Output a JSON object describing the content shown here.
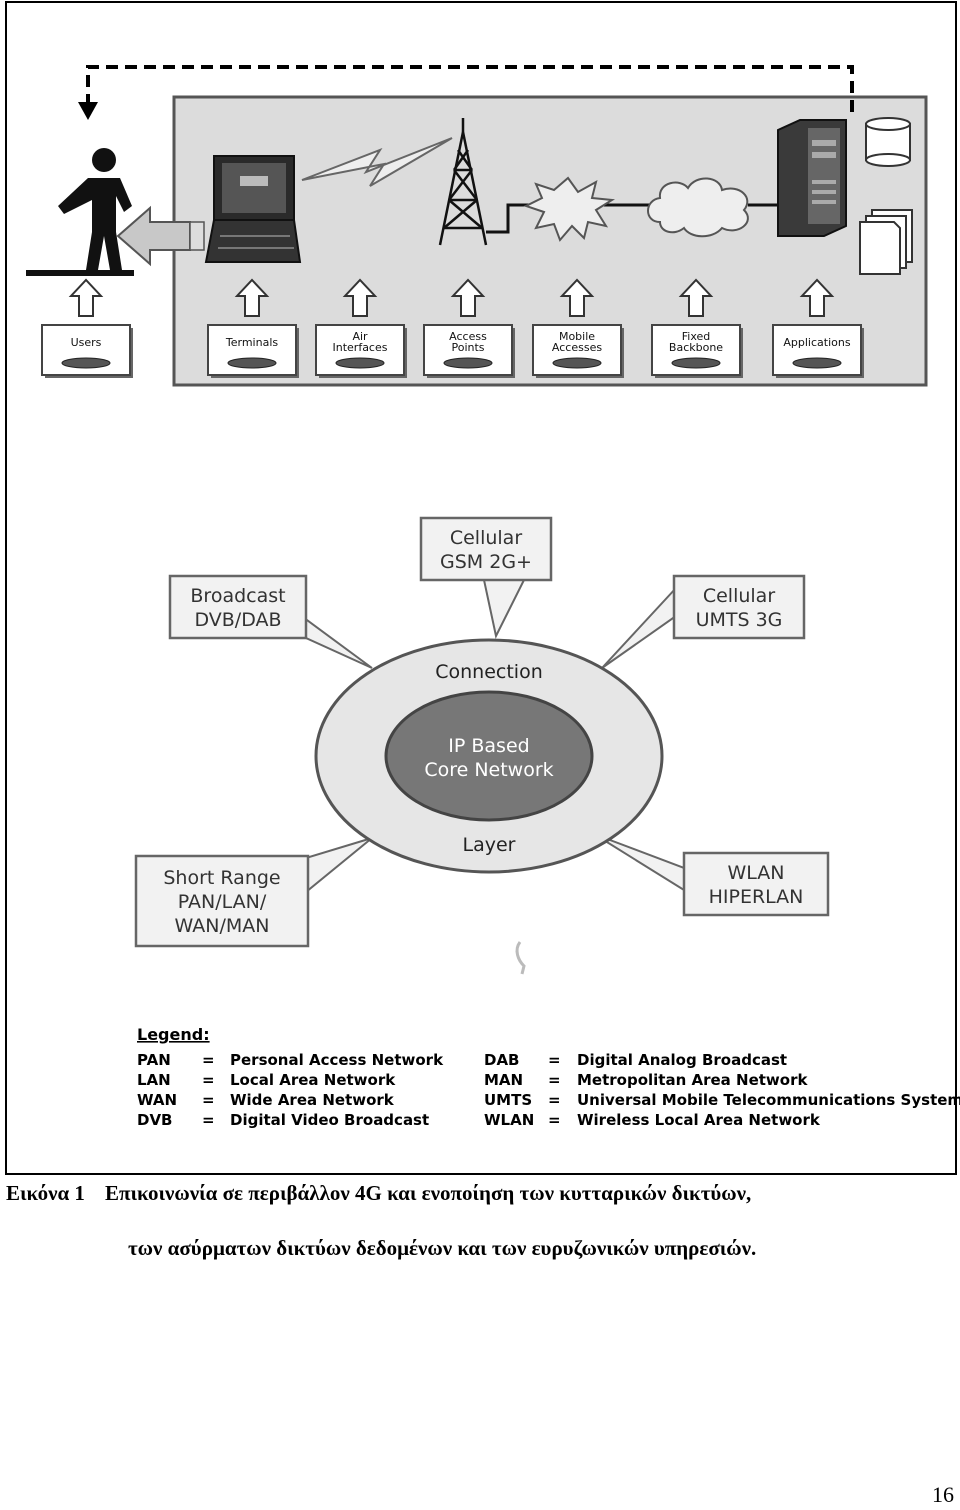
{
  "top_panel": {
    "boxes": [
      {
        "id": "users",
        "lines": [
          "Users"
        ]
      },
      {
        "id": "terminals",
        "lines": [
          "Terminals"
        ]
      },
      {
        "id": "air-interfaces",
        "lines": [
          "Air",
          "Interfaces"
        ]
      },
      {
        "id": "access-points",
        "lines": [
          "Access",
          "Points"
        ]
      },
      {
        "id": "mobile-accesses",
        "lines": [
          "Mobile",
          "Accesses"
        ]
      },
      {
        "id": "fixed-backbone",
        "lines": [
          "Fixed",
          "Backbone"
        ]
      },
      {
        "id": "applications",
        "lines": [
          "Applications"
        ]
      }
    ]
  },
  "core_diagram": {
    "outer_label_top": "Connection",
    "outer_label_bottom": "Layer",
    "core_lines": [
      "IP Based",
      "Core Network"
    ],
    "callouts": [
      {
        "id": "cellular-gsm",
        "lines": [
          "Cellular",
          "GSM 2G+"
        ]
      },
      {
        "id": "broadcast",
        "lines": [
          "Broadcast",
          "DVB/DAB"
        ]
      },
      {
        "id": "cellular-umts",
        "lines": [
          "Cellular",
          "UMTS 3G"
        ]
      },
      {
        "id": "short-range",
        "lines": [
          "Short Range",
          "PAN/LAN/",
          "WAN/MAN"
        ]
      },
      {
        "id": "wlan",
        "lines": [
          "WLAN",
          "HIPERLAN"
        ]
      }
    ]
  },
  "legend": {
    "title": "Legend:",
    "left": [
      {
        "abbr": "PAN",
        "eq": "=",
        "def": "Personal Access Network"
      },
      {
        "abbr": "LAN",
        "eq": "=",
        "def": "Local Area Network"
      },
      {
        "abbr": "WAN",
        "eq": "=",
        "def": "Wide Area Network"
      },
      {
        "abbr": "DVB",
        "eq": "=",
        "def": "Digital Video Broadcast"
      }
    ],
    "right": [
      {
        "abbr": "DAB",
        "eq": "=",
        "def": "Digital Analog Broadcast"
      },
      {
        "abbr": "MAN",
        "eq": "=",
        "def": "Metropolitan Area Network"
      },
      {
        "abbr": "UMTS",
        "eq": "=",
        "def": "Universal Mobile Telecommunications System"
      },
      {
        "abbr": "WLAN",
        "eq": "=",
        "def": "Wireless Local Area Network"
      }
    ]
  },
  "caption": {
    "label": "Εικόνα 1",
    "line1": "Επικοινωνία σε περιβάλλον 4G και ενοποίηση των κυτταρικών δικτύων,",
    "line2": "των ασύρματων δικτύων δεδομένων και των ευρυζωνικών υπηρεσιών."
  },
  "page_number": "16"
}
